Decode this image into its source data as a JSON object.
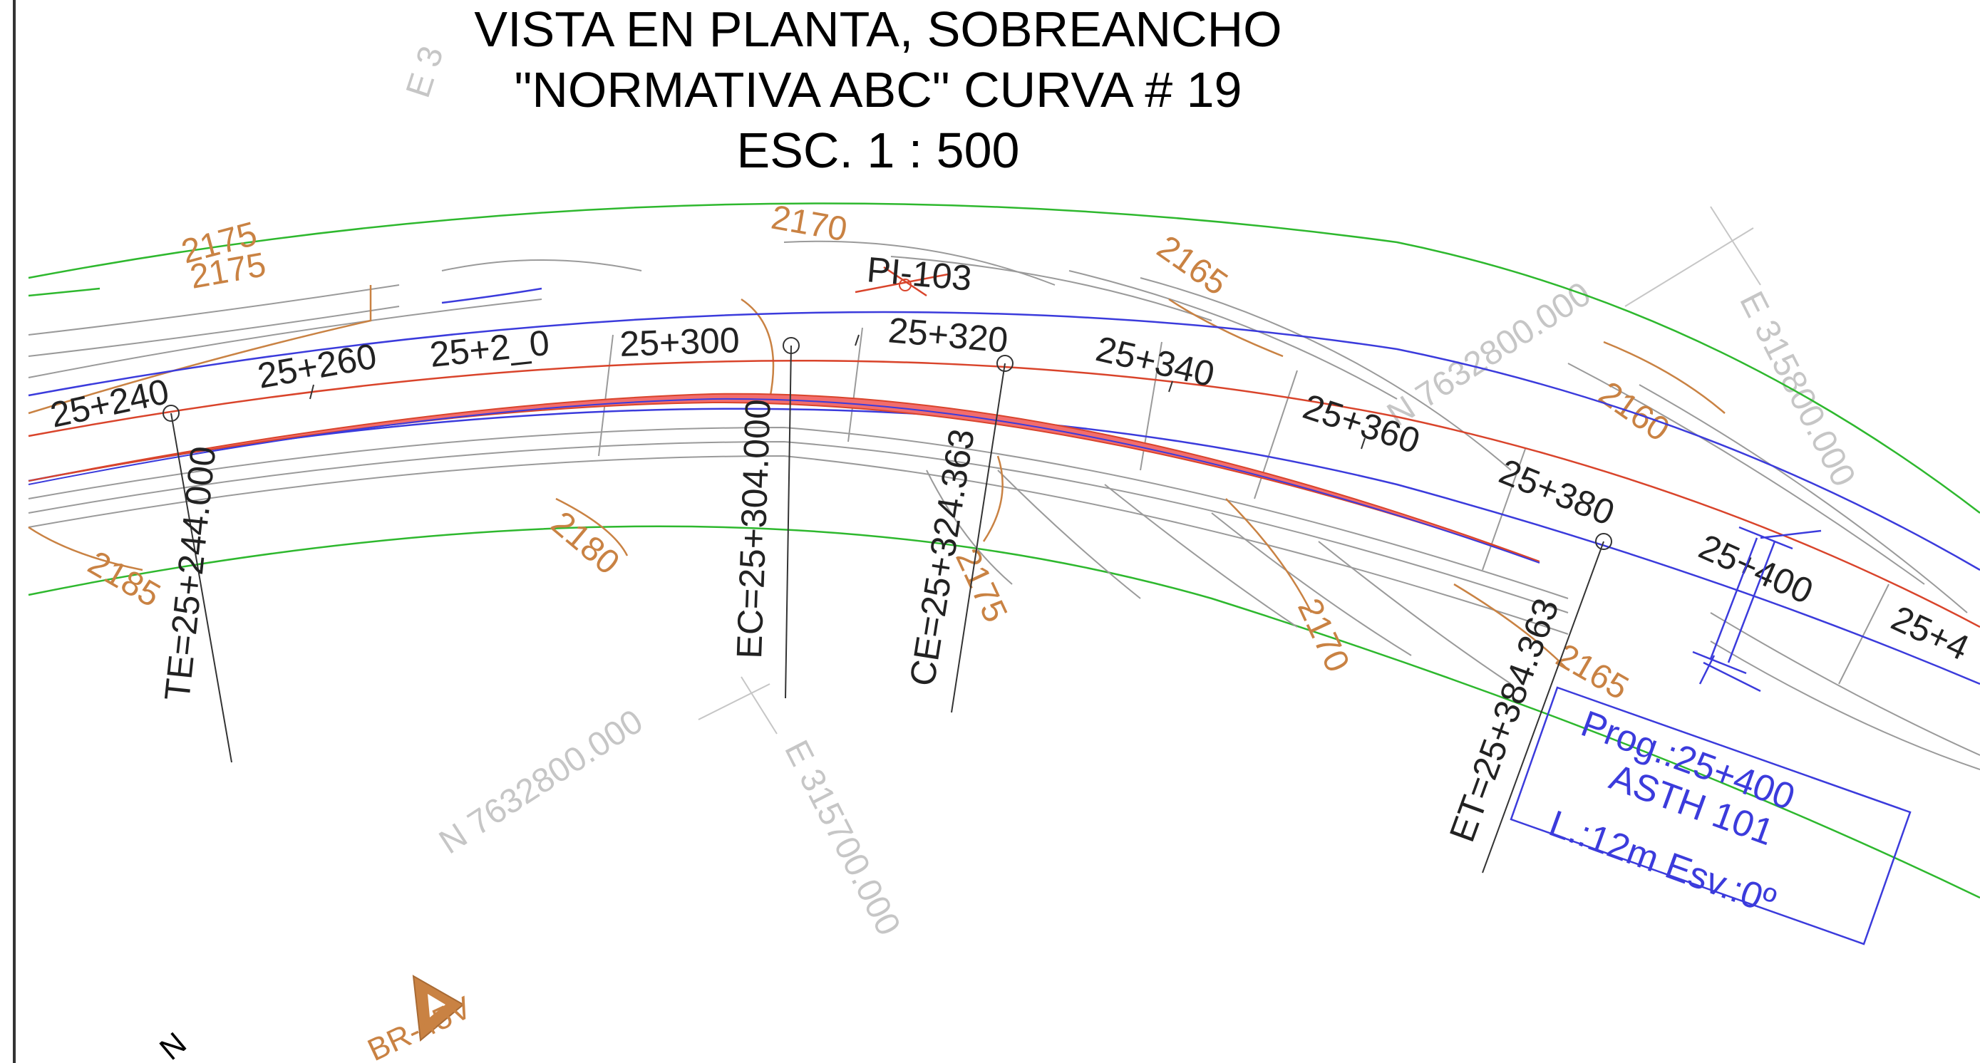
{
  "title": {
    "line1": "VISTA EN PLANTA, SOBREANCHO",
    "line2": "\"NORMATIVA ABC\"  CURVA # 19",
    "line3": "ESC. 1 : 500"
  },
  "stations": [
    "25+240",
    "25+260",
    "25+2_0",
    "25+300",
    "25+320",
    "25+340",
    "25+360",
    "25+380",
    "25+400",
    "25+4"
  ],
  "curve_points": {
    "te": "TE=25+244.000",
    "ec": "EC=25+304.000",
    "ce": "CE=25+324.363",
    "et": "ET=25+384.363",
    "pi": "PI-103"
  },
  "grid_labels": {
    "north_upper": "N 7632800.000",
    "north_lower": "N 7632800.000",
    "east_upper": "E 315800.000",
    "east_lower": "E 315700.000",
    "east_top_left": "E 3"
  },
  "contours": [
    "2175",
    "2175",
    "2170",
    "2165",
    "2160",
    "2180",
    "2185",
    "2175",
    "2170",
    "2165"
  ],
  "culvert_box": {
    "prog": "Prog.:25+400",
    "type": "ASTH 101",
    "length": "L.:12m Esv.:0º"
  },
  "north_arrow": "N",
  "benchmark": "BR-45V",
  "colors": {
    "edge_line": "#3b3bdc",
    "centerline": "#d9442b",
    "widening_fill": "#f26d6d",
    "contour": "#c98243",
    "terrain": "#9a9a9a",
    "right_of_way": "#2eb82e",
    "grid": "#c6c6c6",
    "frame": "#333333"
  }
}
